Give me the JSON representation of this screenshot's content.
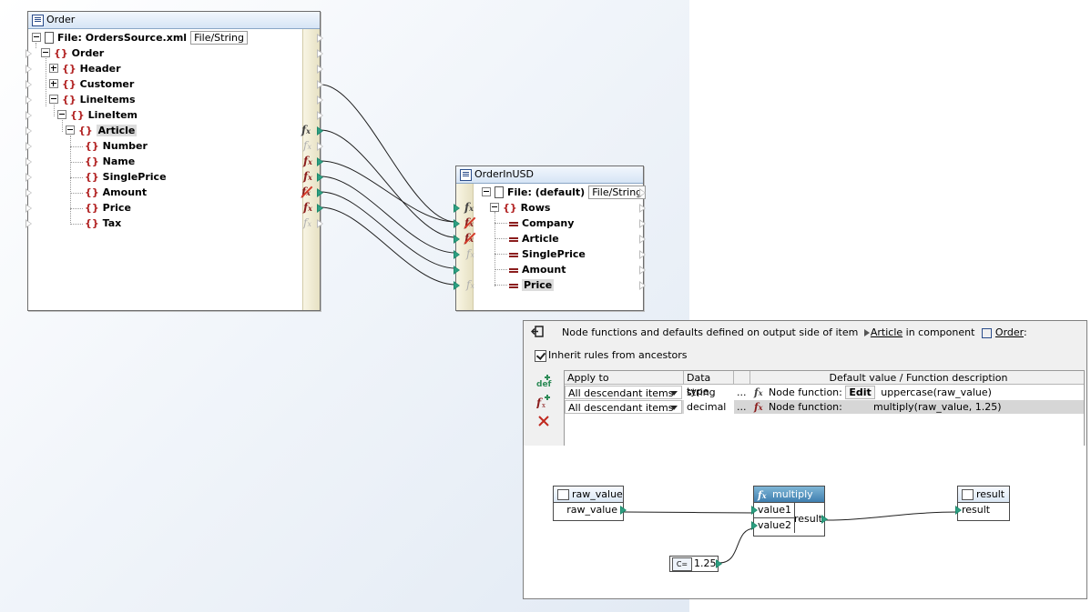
{
  "source": {
    "title": "Order",
    "file_label": "File: OrdersSource.xml",
    "file_btn": "File/String",
    "items": [
      "Order",
      "Header",
      "Customer",
      "LineItems",
      "LineItem",
      "Article",
      "Number",
      "Name",
      "SinglePrice",
      "Amount",
      "Price",
      "Tax"
    ]
  },
  "target": {
    "title": "OrderInUSD",
    "file_label": "File: (default)",
    "file_btn": "File/String",
    "items": [
      "Rows",
      "Company",
      "Article",
      "SinglePrice",
      "Amount",
      "Price"
    ]
  },
  "fn_panel": {
    "header_pre": "Node functions and defaults defined on output side of item",
    "item_name": "Article",
    "header_mid": "in component",
    "component_name": "Order",
    "header_post": ":",
    "inherit_label": "Inherit rules from ancestors",
    "inherit_checked": true,
    "columns": [
      "Apply to",
      "Data type",
      "",
      "Default value / Function description"
    ],
    "rows": [
      {
        "apply_to": "All descendant items",
        "data_type": "string",
        "more": "...",
        "node_fn": "Node function:",
        "edit": "Edit",
        "desc": "uppercase(raw_value)"
      },
      {
        "apply_to": "All descendant items",
        "data_type": "decimal",
        "more": "...",
        "node_fn": "Node function:",
        "edit": "",
        "desc": "multiply(raw_value, 1.25)"
      }
    ]
  },
  "mini": {
    "raw_value_title": "raw_value",
    "raw_value_port": "raw_value",
    "multiply_title": "multiply",
    "value1": "value1",
    "value2": "value2",
    "result_port": "result",
    "result_title": "result",
    "result_in": "result",
    "constant": "1.25",
    "constant_icon": "C="
  },
  "colors": {
    "connector": "#1d8a6c",
    "accent_red": "#b22222",
    "selection": "#dcdcdc"
  }
}
